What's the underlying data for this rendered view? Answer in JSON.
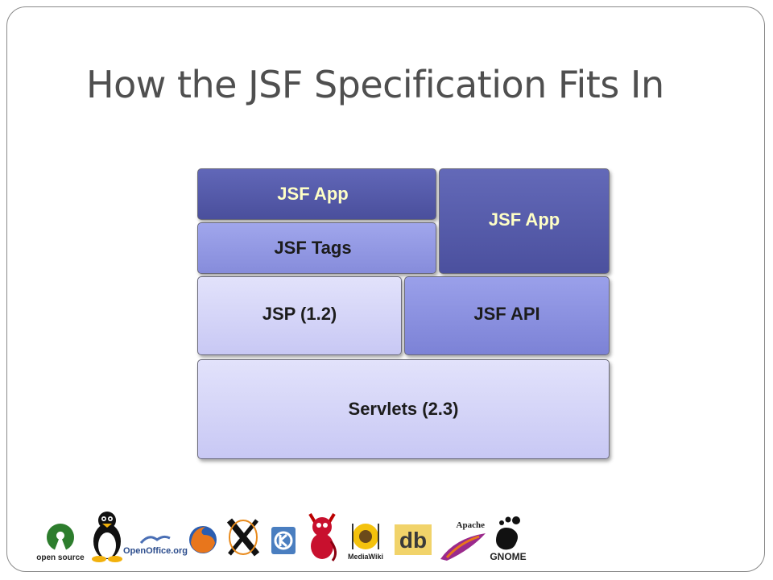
{
  "title": "How the JSF Specification Fits In",
  "diagram": {
    "blocks": {
      "jsf_app_left": "JSF App",
      "jsf_tags": "JSF Tags",
      "jsf_app_right": "JSF App",
      "jsp": "JSP (1.2)",
      "jsf_api": "JSF API",
      "servlets": "Servlets (2.3)"
    }
  },
  "logos": {
    "opensource": "open source",
    "openoffice": "OpenOffice.org",
    "mediawiki": "MediaWiki",
    "apache": "Apache",
    "gnome": "GNOME"
  },
  "colors": {
    "dark_block": "#5359a8",
    "mid_block": "#8a90e0",
    "light_block": "#d4d4f8",
    "dark_text": "#ffffc6"
  }
}
